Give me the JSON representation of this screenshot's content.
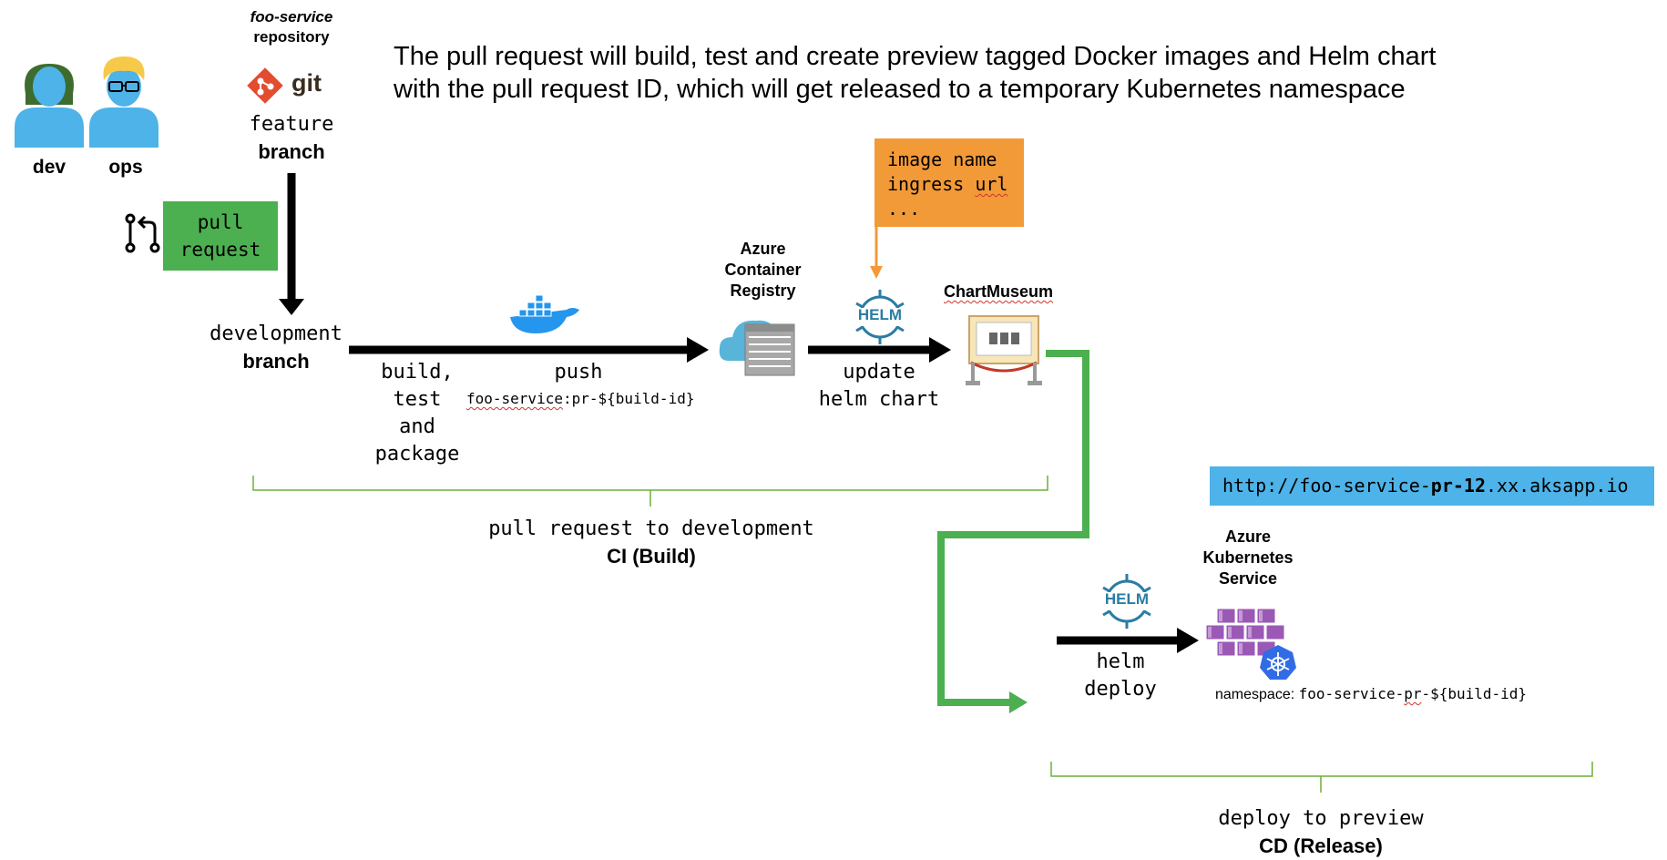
{
  "heading": {
    "line1": "The pull request will build, test and create preview tagged Docker images and Helm chart",
    "line2": "with the pull request ID, which will get released to a temporary Kubernetes namespace"
  },
  "people": {
    "dev_label": "dev",
    "ops_label": "ops"
  },
  "repo": {
    "name": "foo-service",
    "suffix": "repository",
    "git_label": "git",
    "feature_line1": "feature",
    "feature_line2": "branch"
  },
  "pull_request": {
    "line1": "pull",
    "line2": "request"
  },
  "development": {
    "line1": "development",
    "line2": "branch"
  },
  "build": {
    "line1": "build,",
    "line2": "test",
    "line3": "and",
    "line4": "package"
  },
  "push": {
    "label": "push",
    "tag_sq": "foo-service",
    "tag_rest": ":pr-${build-id}"
  },
  "acr": {
    "line1": "Azure",
    "line2": "Container",
    "line3": "Registry"
  },
  "helm_logo": "HELM",
  "update": {
    "line1": "update",
    "line2": "helm chart"
  },
  "values_box": {
    "line1": "image name",
    "line2_a": "ingress ",
    "line2_sq": "url",
    "line3": "..."
  },
  "chartmuseum": {
    "label": "ChartMuseum"
  },
  "ci": {
    "line1": "pull request to development",
    "line2": "CI (Build)"
  },
  "url_box": {
    "prefix": "http://foo-service-",
    "bold": "pr-12",
    "suffix": ".xx.aksapp.io"
  },
  "aks": {
    "line1": "Azure",
    "line2": "Kubernetes",
    "line3": "Service",
    "ns_key": "namespace: ",
    "ns_a": "foo-service-",
    "ns_sq": "pr",
    "ns_b": "-${build-id}"
  },
  "helm_deploy": {
    "line1": "helm",
    "line2": "deploy"
  },
  "cd": {
    "line1": "deploy to preview",
    "line2": "CD (Release)"
  },
  "colors": {
    "green": "#4CAF50",
    "orange": "#F39A38",
    "blue_box": "#4DB3E8",
    "person_blue": "#4DB3E8",
    "git_red": "#E44C30",
    "helm_blue": "#2B7CA3",
    "aks_purple": "#9B59B6"
  },
  "icons": [
    "user-dev-icon",
    "user-ops-icon",
    "git-icon",
    "pull-request-icon",
    "docker-icon",
    "azure-container-registry-icon",
    "helm-icon",
    "chartmuseum-icon",
    "aks-icon",
    "kubernetes-icon"
  ]
}
